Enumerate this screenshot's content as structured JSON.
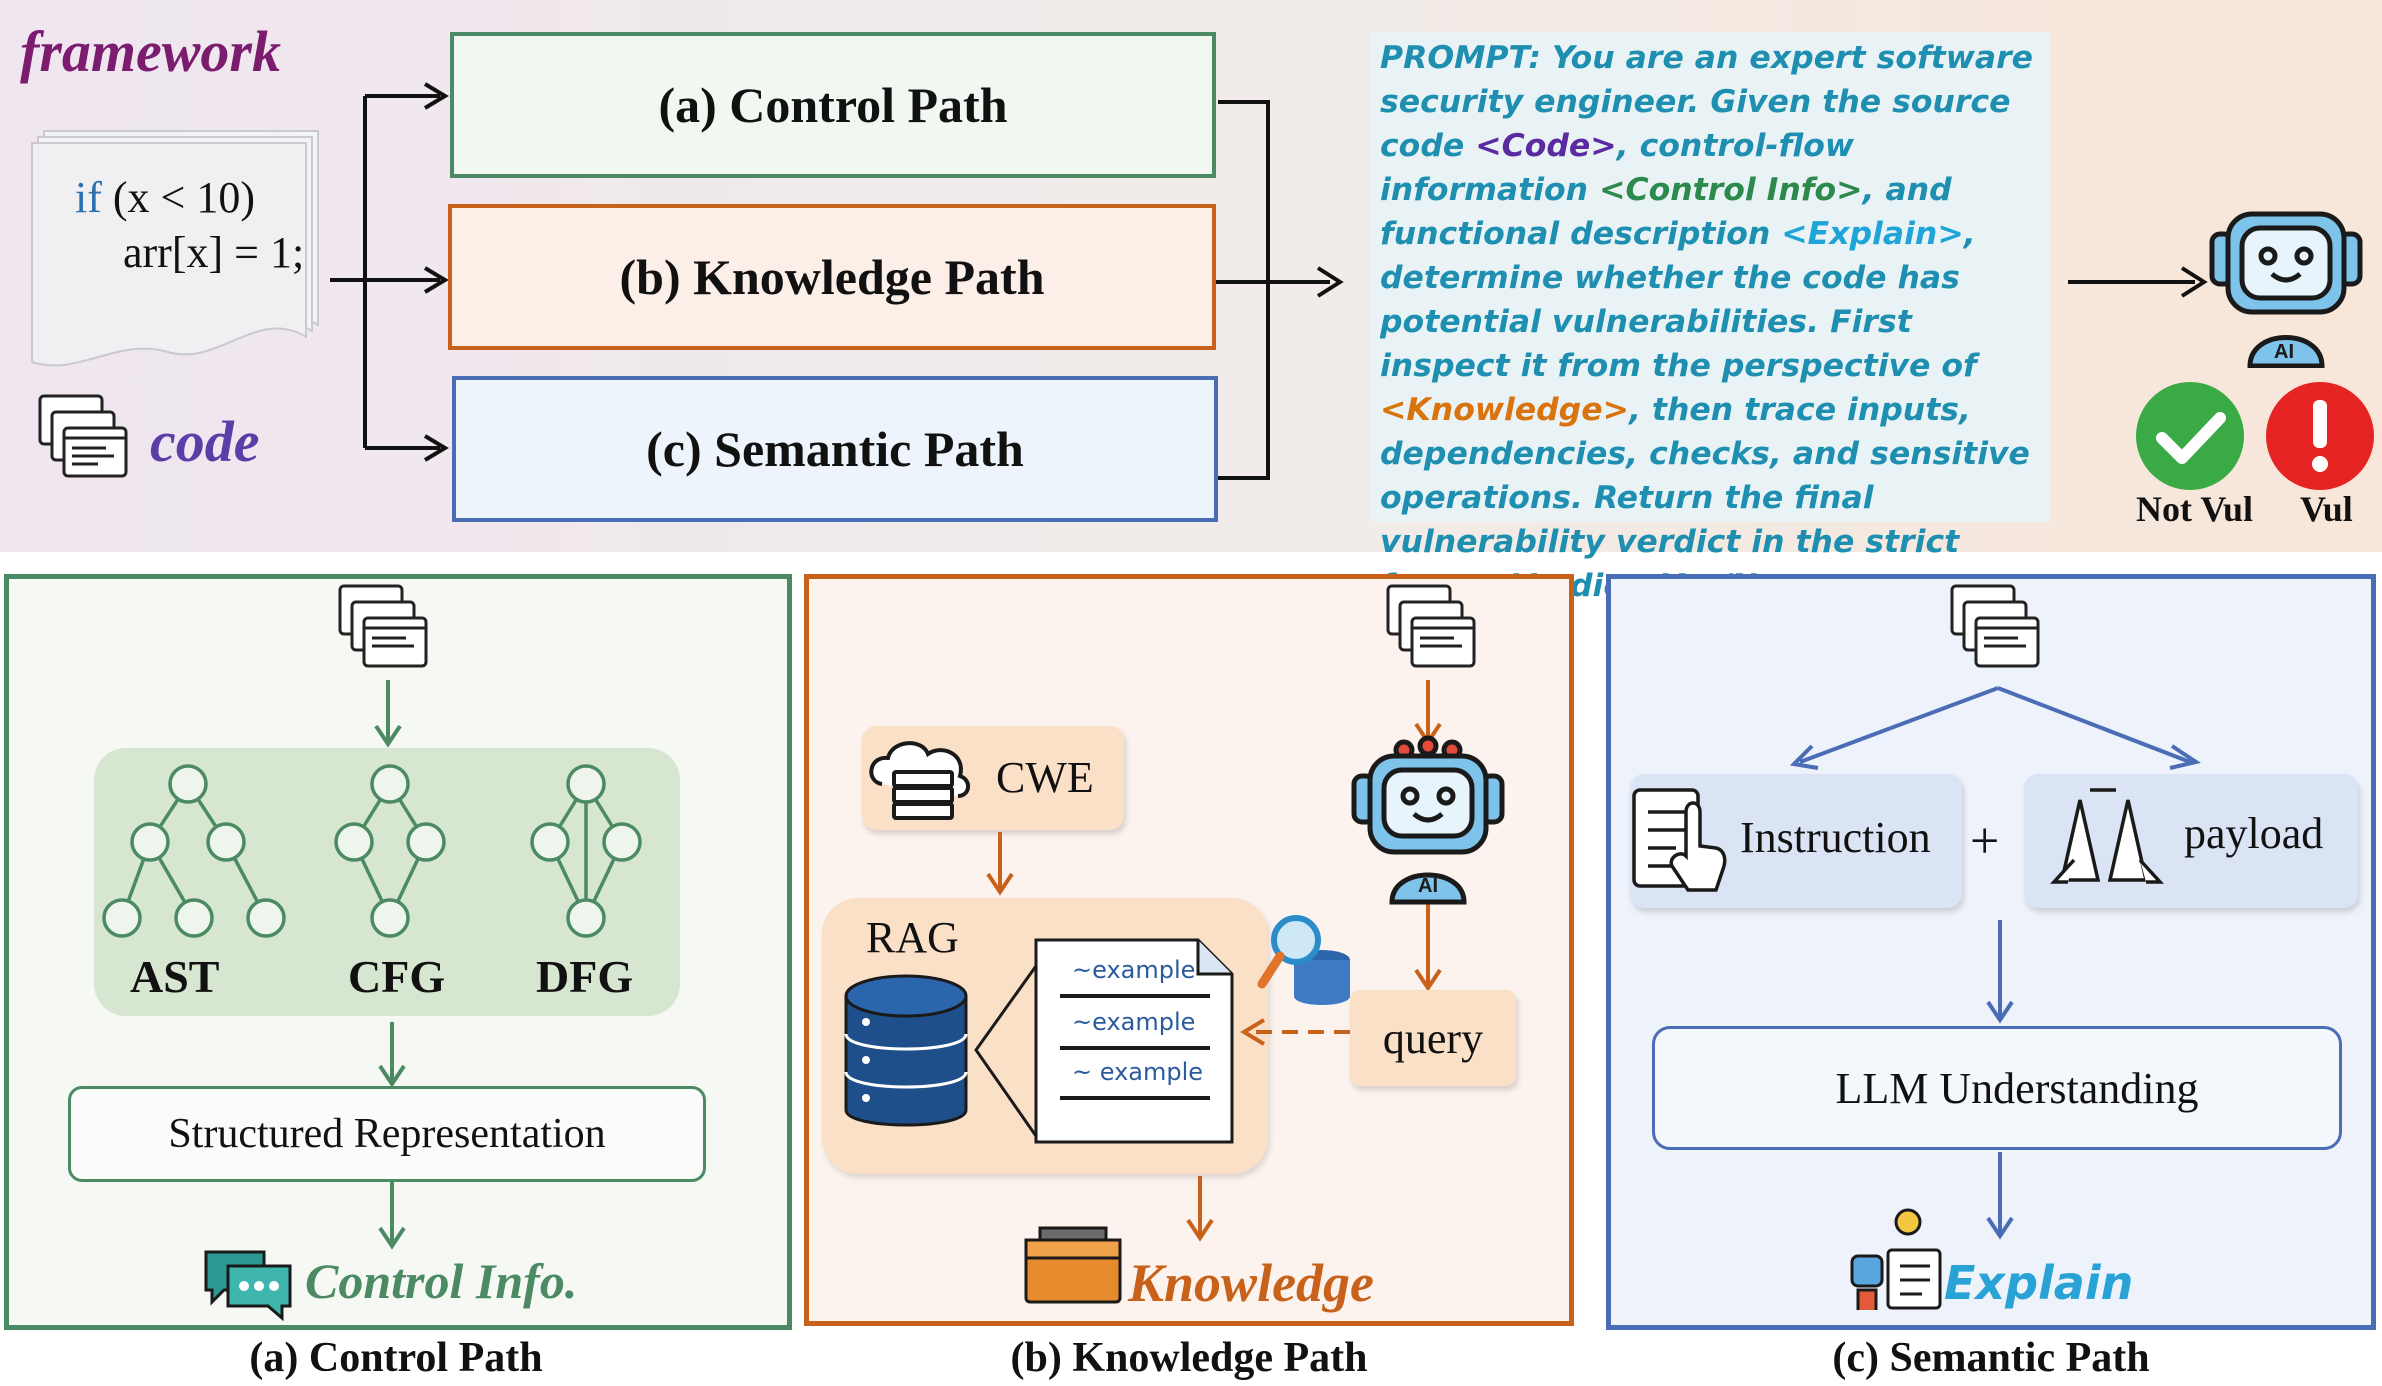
{
  "top": {
    "framework_label": "framework",
    "code_label": "code",
    "code_line1_kw": "if",
    "code_line1_rest": " (x < 10)",
    "code_line2": "arr[x] = 1;",
    "paths": {
      "control": "(a) Control Path",
      "knowledge": "(b) Knowledge Path",
      "semantic": "(c) Semantic Path"
    },
    "prompt": {
      "p1": "PROMPT: You are an expert software security engineer. Given the source code ",
      "code_tag": "<Code>",
      "p2": ", control-flow information ",
      "control_tag": "<Control Info>",
      "p3": ", and functional description ",
      "explain_tag": "<Explain>",
      "p4": ", determine whether the code has potential vulnerabilities. First inspect it from the perspective of ",
      "knowledge_tag": "<Knowledge>",
      "p5": ", then trace inputs, dependencies, checks, and sensitive operations. Return the final vulnerability verdict in the strict format Verdict: Yes/No."
    },
    "verdicts": {
      "not_vul": "Not Vul",
      "vul": "Vul"
    }
  },
  "control_panel": {
    "ast": "AST",
    "cfg": "CFG",
    "dfg": "DFG",
    "structured": "Structured Representation",
    "output": "Control Info.",
    "caption": "(a) Control Path"
  },
  "knowledge_panel": {
    "cwe": "CWE",
    "rag": "RAG",
    "examples": [
      "~example",
      "~example",
      "~ example"
    ],
    "query": "query",
    "output": "Knowledge",
    "caption": "(b) Knowledge Path"
  },
  "semantic_panel": {
    "instruction": "Instruction",
    "plus": "+",
    "payload": "payload",
    "llm": "LLM Understanding",
    "output": "Explain",
    "caption": "(c) Semantic Path"
  },
  "colors": {
    "framework": "#7b1c6e",
    "code": "#5b3ea6",
    "control_green": "#4b8a63",
    "knowledge_orange": "#c8621b",
    "semantic_blue": "#4a6db5",
    "prompt_text": "#1e8fb0",
    "code_tag": "#5b2aa0",
    "control_tag": "#2d8a4d",
    "explain_tag": "#1fa4d8",
    "knowledge_tag": "#d9730d"
  }
}
